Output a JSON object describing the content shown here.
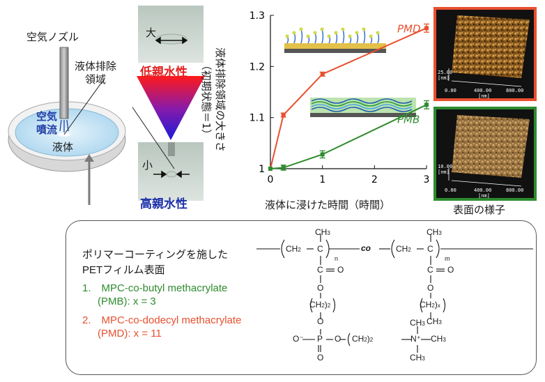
{
  "left": {
    "air_nozzle": "空気ノズル",
    "liquid_removal_region": "液体排除\n領域",
    "air_jet": "空気\n噴流",
    "liquid": "液体"
  },
  "droplet": {
    "large": "大",
    "small": "小",
    "low_hydrophilicity": "低親水性",
    "high_hydrophilicity": "高親水性"
  },
  "chart_data": {
    "type": "line",
    "xlabel": "液体に浸けた時間（時間）",
    "ylabel": "液体排除領域の大きさ\n（初期状態＝1）",
    "xlim": [
      0,
      3
    ],
    "ylim": [
      1,
      1.3
    ],
    "xticks": [
      "0",
      "1",
      "2",
      "3"
    ],
    "yticks": [
      "1",
      "1.1",
      "1.2",
      "1.3"
    ],
    "series": [
      {
        "name": "PMD",
        "color": "#e8502f",
        "x": [
          0,
          0.25,
          1,
          3
        ],
        "y": [
          1.0,
          1.105,
          1.185,
          1.275
        ],
        "err": [
          0,
          0.004,
          0.004,
          0.008
        ]
      },
      {
        "name": "PMB",
        "color": "#2e8b2e",
        "x": [
          0,
          0.25,
          1,
          3
        ],
        "y": [
          1.0,
          1.002,
          1.028,
          1.125
        ],
        "err": [
          0,
          0.005,
          0.007,
          0.008
        ]
      }
    ]
  },
  "afm": {
    "caption": "表面の様子",
    "top": {
      "border": "#e8502f",
      "z": "25.00",
      "zunit": "[nm]",
      "x0": "0.00",
      "x1": "400.00",
      "x2": "800.00",
      "xunit": "[nm]"
    },
    "bottom": {
      "border": "#2e8b2e",
      "z": "10.00",
      "zunit": "[nm]",
      "x0": "0.00",
      "x1": "400.00",
      "x2": "800.00",
      "xunit": "[nm]"
    }
  },
  "box": {
    "title1": "ポリマーコーティングを施した",
    "title2": "PETフィルム表面",
    "item1": "1.　MPC-co-butyl methacrylate",
    "item1b": "(PMB): x = 3",
    "item2": "2.　MPC-co-dodecyl methacrylate",
    "item2b": "(PMD): x = 11",
    "color1": "#2e8b2e",
    "color2": "#e8502f"
  },
  "chem": {
    "ch3": "CH",
    "ch3_sub": "3",
    "ch2": "CH",
    "ch2_sub": "2",
    "c": "C",
    "n_sub": "n",
    "m_sub": "m",
    "co": "co",
    "o": "O",
    "x_sub": "x",
    "sub2": "2",
    "ominus": "O⁻",
    "p": "P",
    "nplus": "N⁺",
    "ch2_2": "(CH",
    "ch2_2_end": ")"
  }
}
